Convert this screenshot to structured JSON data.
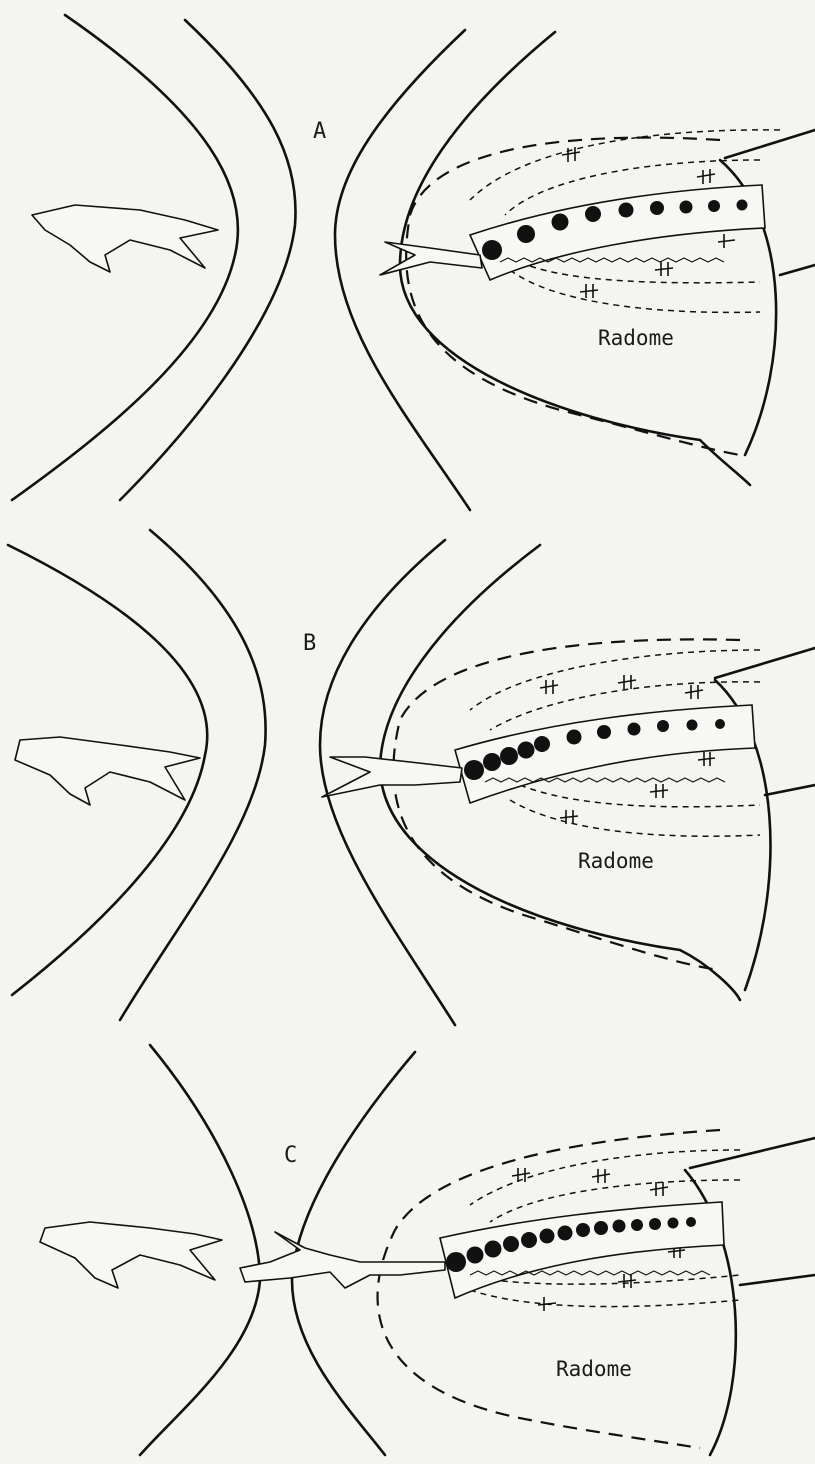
{
  "panels": [
    {
      "id": "A",
      "label": "A",
      "radome_label": "Radome"
    },
    {
      "id": "B",
      "label": "B",
      "radome_label": "Radome"
    },
    {
      "id": "C",
      "label": "C",
      "radome_label": "Radome"
    }
  ],
  "colors": {
    "ink": "#111111",
    "paper": "#f4f4f1"
  }
}
